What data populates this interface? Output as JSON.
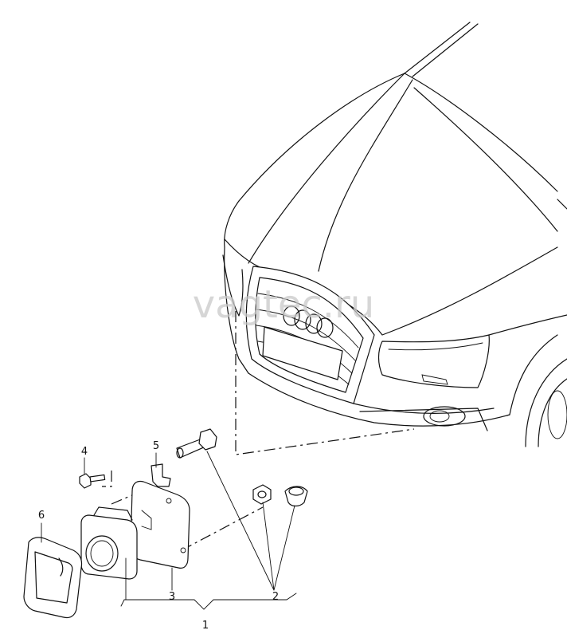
{
  "watermark": "vagtec.ru",
  "callouts": {
    "c1": "1",
    "c2": "2",
    "c3": "3",
    "c4": "4",
    "c5": "5",
    "c6": "6"
  }
}
